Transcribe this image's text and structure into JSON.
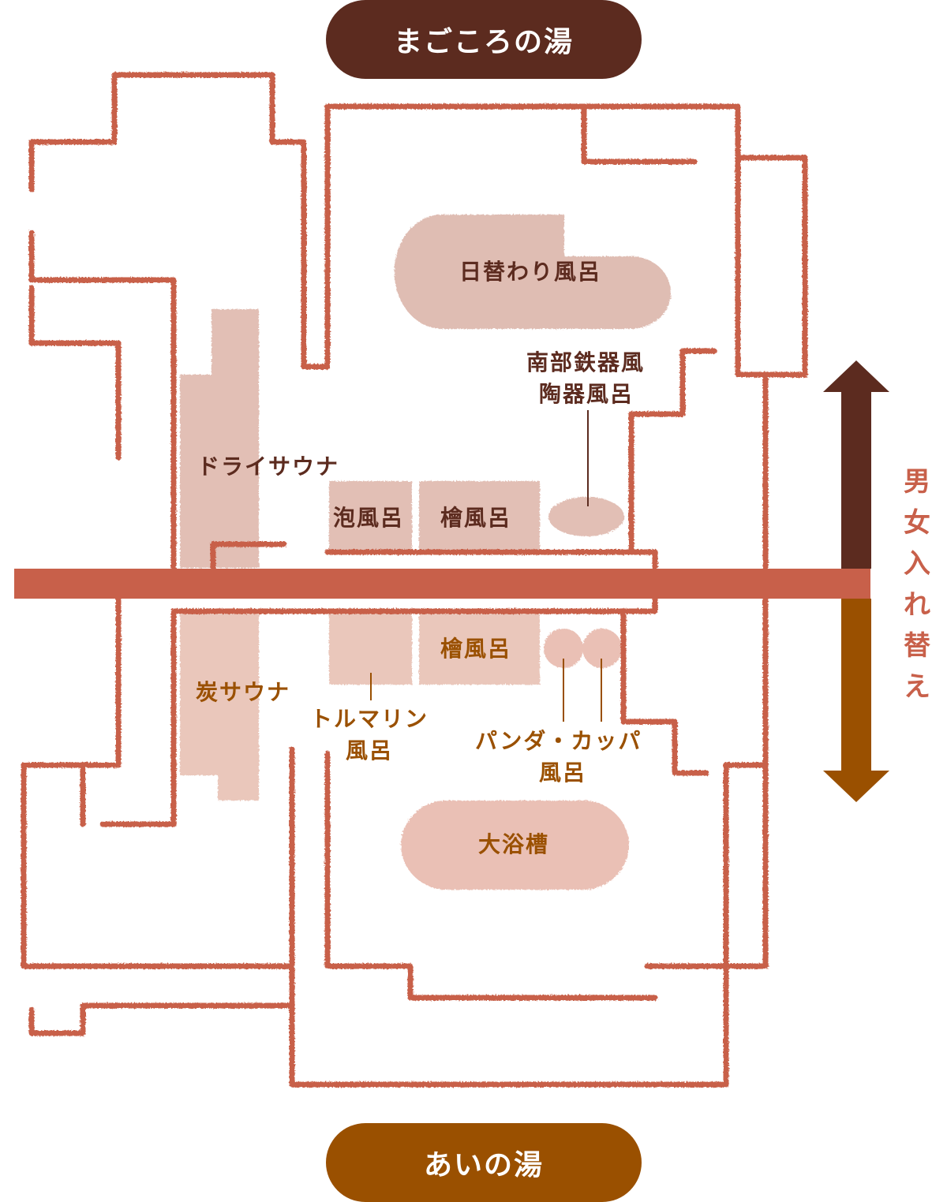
{
  "top_bath": {
    "name": "まごころの湯",
    "color": "#5c2b1f"
  },
  "bottom_bath": {
    "name": "あいの湯",
    "color": "#9a5000"
  },
  "swap_label": [
    "男",
    "女",
    "入",
    "れ",
    "替",
    "え"
  ],
  "colors": {
    "wall": "#c8604a",
    "pool": "#e2bfb5",
    "divider": "#c8604a"
  },
  "top_rooms": {
    "daily": "日替わり風呂",
    "nanbu_line1": "南部鉄器風",
    "nanbu_line2": "陶器風呂",
    "dry_sauna": "ドライサウナ",
    "foam": "泡風呂",
    "hinoki": "檜風呂"
  },
  "bottom_rooms": {
    "hinoki": "檜風呂",
    "charcoal_sauna": "炭サウナ",
    "tourmaline_line1": "トルマリン",
    "tourmaline_line2": "風呂",
    "panda_line1": "パンダ・カッパ",
    "panda_line2": "風呂",
    "main_bath": "大浴槽"
  }
}
